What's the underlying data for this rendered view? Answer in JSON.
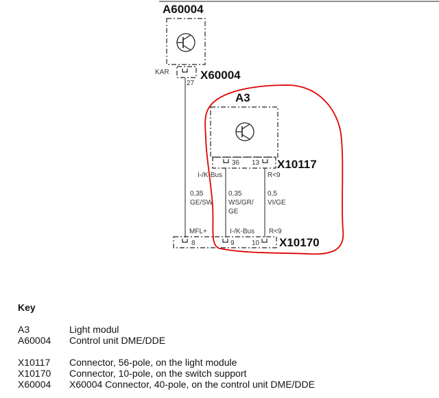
{
  "components": {
    "a60004": {
      "code": "A60004",
      "connector": "X60004",
      "pin": "27",
      "pin_label": "KAR"
    },
    "a3": {
      "code": "A3",
      "connector": "X10117",
      "pin_left": "36",
      "pin_right": "13",
      "pin_left_label": "I-/K-Bus",
      "pin_right_label": "R<9"
    },
    "x10170": {
      "connector": "X10170",
      "pins": [
        "8",
        "9",
        "10"
      ],
      "labels": [
        "MFL+",
        "I-/K-Bus",
        "R<9"
      ]
    }
  },
  "wires": [
    {
      "gauge": "0,35",
      "color": "GE/SW"
    },
    {
      "gauge": "0,35",
      "color": "WS/GR/",
      "color2": "GE"
    },
    {
      "gauge": "0,5",
      "color": "VI/GE"
    }
  ],
  "key": {
    "title": "Key",
    "groups": [
      [
        {
          "code": "A3",
          "desc": "Light modul"
        },
        {
          "code": "A60004",
          "desc": "Control unit DME/DDE"
        }
      ],
      [
        {
          "code": "X10117",
          "desc": "Connector, 56-pole, on the light module"
        },
        {
          "code": "X10170",
          "desc": "Connector, 10-pole, on the switch support"
        },
        {
          "code": "X60004",
          "desc": "X60004 Connector, 40-pole, on the control unit DME/DDE"
        }
      ]
    ]
  },
  "colors": {
    "annotation": "#e00000",
    "line": "#222222"
  }
}
